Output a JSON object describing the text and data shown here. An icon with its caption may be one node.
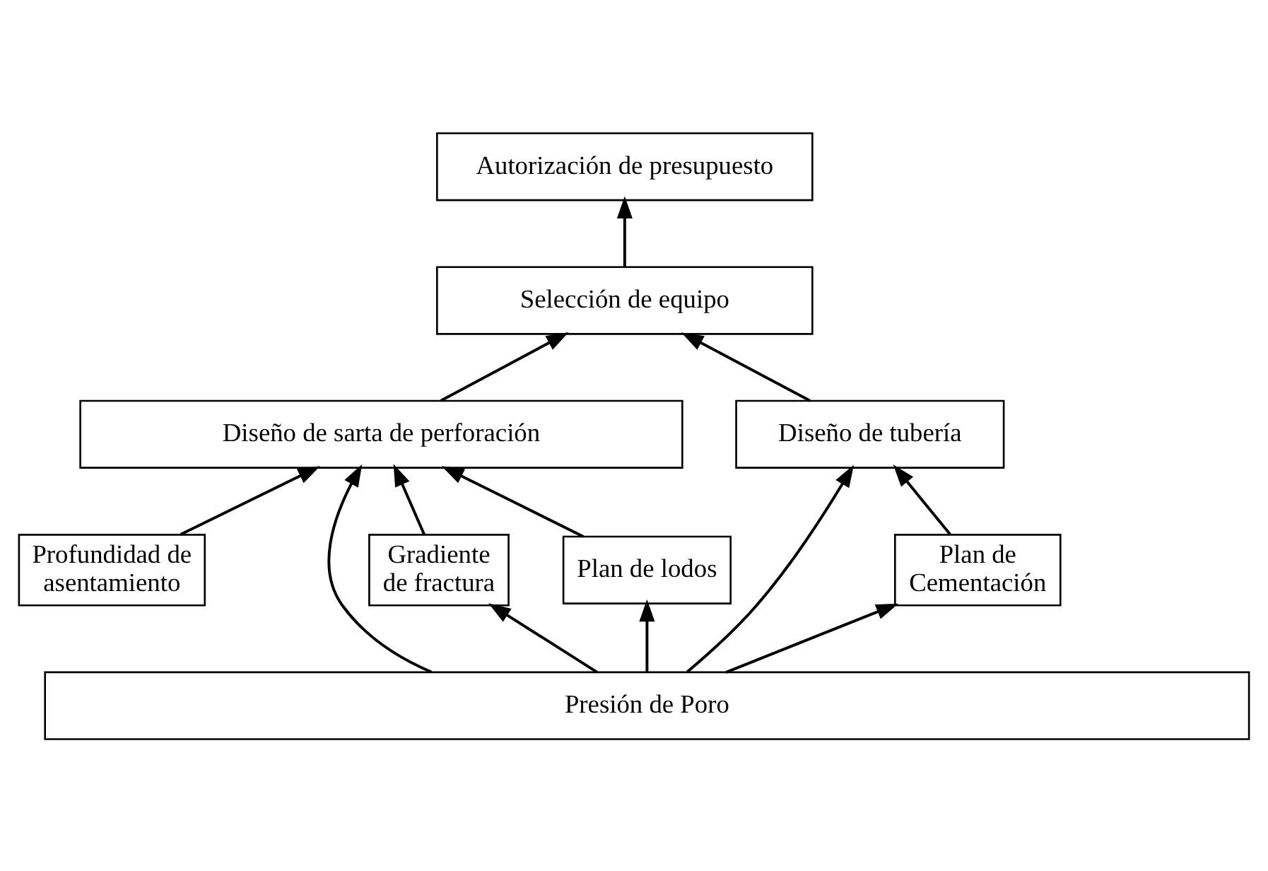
{
  "diagram": {
    "nodes": [
      {
        "text": [
          "Autorización de presupuesto"
        ]
      },
      {
        "text": [
          "Selección de equipo"
        ]
      },
      {
        "text": [
          "Diseño de sarta de perforación"
        ]
      },
      {
        "text": [
          "Diseño de tubería"
        ]
      },
      {
        "text": [
          "Profundidad de asentamiento"
        ]
      },
      {
        "text": [
          "Gradiente de fractura"
        ]
      },
      {
        "text": [
          "Plan de lodos"
        ]
      },
      {
        "text": [
          "Plan de Cementación"
        ]
      },
      {
        "text": [
          "Presión de Poro"
        ]
      }
    ],
    "edges": [
      {
        "from": 1,
        "to": 0,
        "arrow": "to"
      },
      {
        "from": 2,
        "to": 1,
        "arrow": "to"
      },
      {
        "from": 3,
        "to": 1,
        "arrow": "to"
      },
      {
        "from": 8,
        "to": 2,
        "arrow": "to"
      },
      {
        "from": 5,
        "to": 2,
        "arrow": "to"
      },
      {
        "from": 4,
        "to": 2,
        "arrow": "to"
      },
      {
        "from": 6,
        "to": 2,
        "arrow": "to"
      },
      {
        "from": 7,
        "to": 3,
        "arrow": "to"
      },
      {
        "from": 8,
        "to": 3,
        "arrow": "to"
      },
      {
        "from": 8,
        "to": 5,
        "arrow": "to"
      },
      {
        "from": 8,
        "to": 6,
        "arrow": "to"
      },
      {
        "from": 8,
        "to": 7,
        "arrow": "to"
      }
    ]
  }
}
